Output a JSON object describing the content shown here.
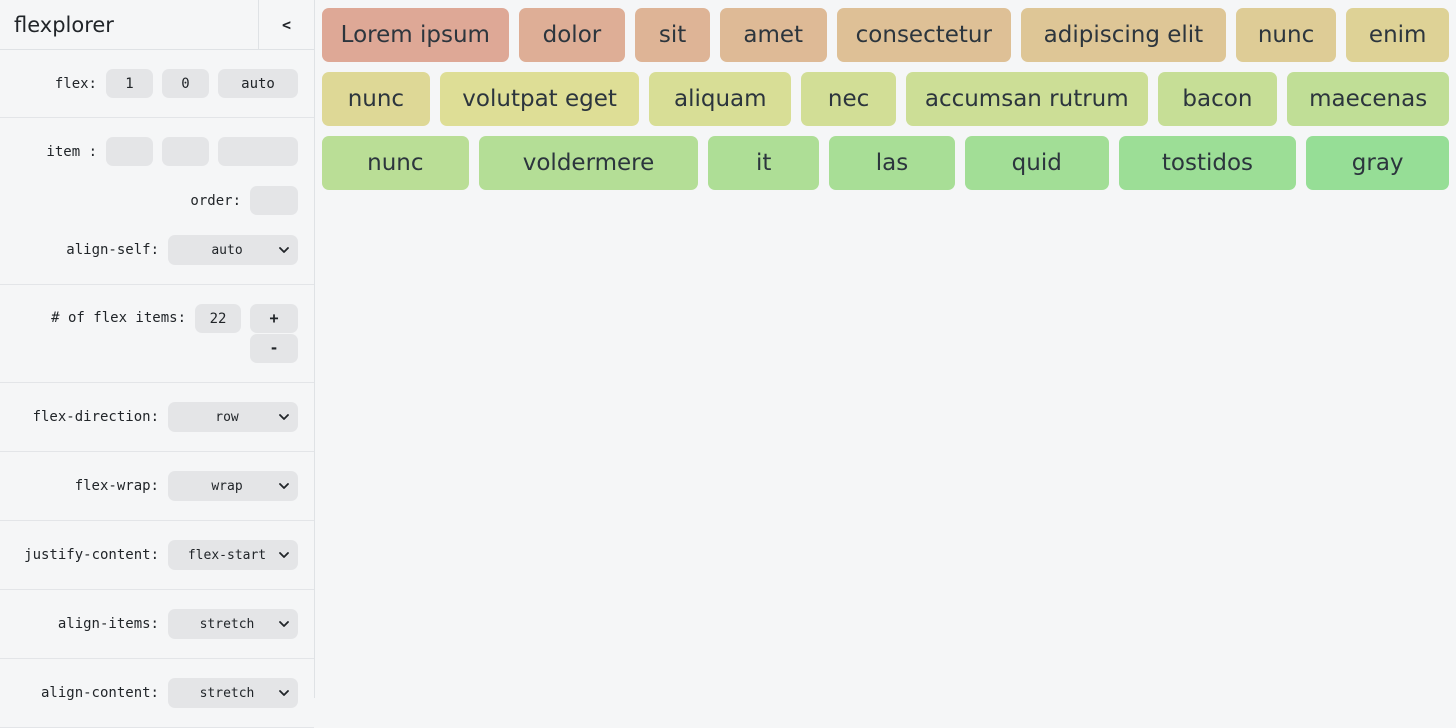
{
  "app": {
    "title": "flexplorer",
    "collapse_label": "<"
  },
  "theme": {
    "sidebar_bg": "#f5f6f7",
    "canvas_bg": "#f5f6f7",
    "control_bg": "#e4e5e7",
    "border": "#dfe2e5",
    "text": "#212529",
    "item_text": "#2c353d"
  },
  "sidebar": {
    "flex_group": {
      "label": "flex:",
      "grow": "1",
      "shrink": "0",
      "basis": "auto"
    },
    "item_group": {
      "label": "item :",
      "inputs": [
        "",
        "",
        ""
      ],
      "order_label": "order:",
      "order_value": "",
      "align_self_label": "align-self:",
      "align_self_value": "auto"
    },
    "count_group": {
      "label": "# of flex items:",
      "value": "22",
      "increment_label": "+",
      "decrement_label": "-"
    },
    "selects": [
      {
        "label": "flex-direction:",
        "value": "row"
      },
      {
        "label": "flex-wrap:",
        "value": "wrap"
      },
      {
        "label": "justify-content:",
        "value": "flex-start"
      },
      {
        "label": "align-items:",
        "value": "stretch"
      },
      {
        "label": "align-content:",
        "value": "stretch"
      }
    ]
  },
  "canvas": {
    "rows": [
      {
        "items": [
          {
            "label": "Lorem ipsum",
            "color": "#dea896",
            "basis": 186
          },
          {
            "label": "dolor",
            "color": "#deae96",
            "basis": 106
          },
          {
            "label": "sit",
            "color": "#deb496",
            "basis": 74
          },
          {
            "label": "amet",
            "color": "#deba96",
            "basis": 106
          },
          {
            "label": "consectetur",
            "color": "#dec096",
            "basis": 174
          },
          {
            "label": "adipiscing elit",
            "color": "#dec696",
            "basis": 204
          },
          {
            "label": "nunc",
            "color": "#decc96",
            "basis": 100
          },
          {
            "label": "enim",
            "color": "#ded296",
            "basis": 102
          }
        ]
      },
      {
        "items": [
          {
            "label": "nunc",
            "color": "#ded896",
            "basis": 108
          },
          {
            "label": "volutpat eget",
            "color": "#dede96",
            "basis": 200
          },
          {
            "label": "aliquam",
            "color": "#d8de96",
            "basis": 142
          },
          {
            "label": "nec",
            "color": "#d2de96",
            "basis": 95
          },
          {
            "label": "accumsan rutrum",
            "color": "#ccde96",
            "basis": 242
          },
          {
            "label": "bacon",
            "color": "#c6de96",
            "basis": 120
          },
          {
            "label": "maecenas",
            "color": "#c0de96",
            "basis": 162
          }
        ]
      },
      {
        "items": [
          {
            "label": "nunc",
            "color": "#bade96",
            "basis": 147
          },
          {
            "label": "voldermere",
            "color": "#b4de96",
            "basis": 220
          },
          {
            "label": "it",
            "color": "#aede96",
            "basis": 111
          },
          {
            "label": "las",
            "color": "#a8de96",
            "basis": 126
          },
          {
            "label": "quid",
            "color": "#a2de96",
            "basis": 144
          },
          {
            "label": "tostidos",
            "color": "#9cde96",
            "basis": 178
          },
          {
            "label": "gray",
            "color": "#96de96",
            "basis": 143
          }
        ]
      }
    ]
  }
}
